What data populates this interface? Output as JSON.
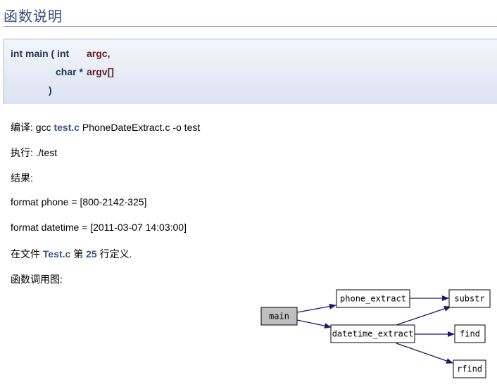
{
  "section": {
    "title": "函数说明"
  },
  "prototype": {
    "l1_type": "int main ( int",
    "l1_param": "argc,",
    "l2_type": "char *",
    "l2_param": "argv[]",
    "l3": ")"
  },
  "paragraphs": {
    "compile_prefix": "编译: gcc ",
    "compile_link": "test.c",
    "compile_suffix": " PhoneDateExtract.c -o test",
    "run": "执行: ./test",
    "result": "结果:",
    "phone": "format phone = [800-2142-325]",
    "datetime": "format datetime = [2011-03-07 14:03:00]",
    "def_prefix": "在文件 ",
    "def_file": "Test.c",
    "def_mid": " 第 ",
    "def_line": "25",
    "def_suffix": " 行定义.",
    "callgraph_label": "函数调用图:"
  },
  "callgraph": {
    "nodes": {
      "main": "main",
      "phone_extract": "phone_extract",
      "datetime_extract": "datetime_extract",
      "substr": "substr",
      "find": "find",
      "rfind": "rfind"
    },
    "colors": {
      "root_fill": "#bfbfbf",
      "node_fill": "#ffffff",
      "edge": "#191970"
    }
  }
}
